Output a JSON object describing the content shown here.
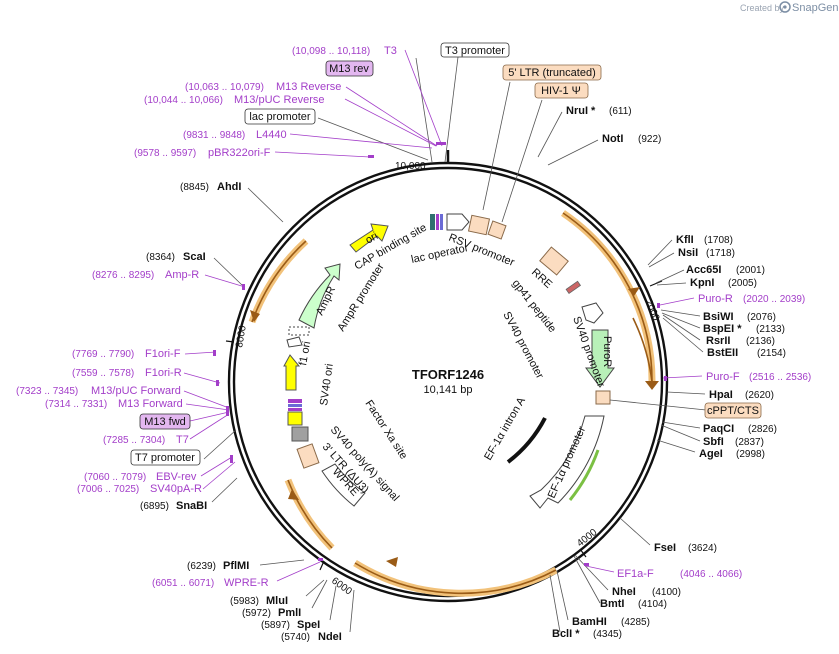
{
  "branding": {
    "created_by": "Created by",
    "product": "SnapGene"
  },
  "plasmid": {
    "name": "TFORF1246",
    "length_label": "10,141 bp"
  },
  "ticks": [
    "10,000",
    "2000",
    "4000",
    "6000",
    "8000"
  ],
  "enzymes": {
    "nrui": {
      "name": "NruI *",
      "pos": "(611)"
    },
    "noti": {
      "name": "NotI",
      "pos": "(922)"
    },
    "kfli": {
      "name": "KflI",
      "pos": "(1708)"
    },
    "nsii": {
      "name": "NsiI",
      "pos": "(1718)"
    },
    "acc65i": {
      "name": "Acc65I",
      "pos": "(2001)"
    },
    "kpni": {
      "name": "KpnI",
      "pos": "(2005)"
    },
    "bsiwi": {
      "name": "BsiWI",
      "pos": "(2076)"
    },
    "bspei": {
      "name": "BspEI *",
      "pos": "(2133)"
    },
    "rsrii": {
      "name": "RsrII",
      "pos": "(2136)"
    },
    "bsteii": {
      "name": "BstEII",
      "pos": "(2154)"
    },
    "hpai": {
      "name": "HpaI",
      "pos": "(2620)"
    },
    "paqci": {
      "name": "PaqCI",
      "pos": "(2826)"
    },
    "sbfi": {
      "name": "SbfI",
      "pos": "(2837)"
    },
    "agei": {
      "name": "AgeI",
      "pos": "(2998)"
    },
    "fsei": {
      "name": "FseI",
      "pos": "(3624)"
    },
    "nhei": {
      "name": "NheI",
      "pos": "(4100)"
    },
    "bmti": {
      "name": "BmtI",
      "pos": "(4104)"
    },
    "bamhi": {
      "name": "BamHI",
      "pos": "(4285)"
    },
    "bcli": {
      "name": "BclI *",
      "pos": "(4345)"
    },
    "ndei": {
      "name": "NdeI",
      "pos": "(5740)"
    },
    "spei": {
      "name": "SpeI",
      "pos": "(5897)"
    },
    "pmli": {
      "name": "PmlI",
      "pos": "(5972)"
    },
    "mlui": {
      "name": "MluI",
      "pos": "(5983)"
    },
    "pflmi": {
      "name": "PflMI",
      "pos": "(6239)"
    },
    "snabi": {
      "name": "SnaBI",
      "pos": "(6895)"
    },
    "scai": {
      "name": "ScaI",
      "pos": "(8364)"
    },
    "ahdi": {
      "name": "AhdI",
      "pos": "(8845)"
    }
  },
  "primers": {
    "t3": {
      "name": "T3",
      "pos": "(10,098 .. 10,118)"
    },
    "m13rev": {
      "name": "M13 rev"
    },
    "m13reverse": {
      "name": "M13 Reverse",
      "pos": "(10,063 .. 10,079)"
    },
    "m13pucrev": {
      "name": "M13/pUC Reverse",
      "pos": "(10,044 .. 10,066)"
    },
    "l4440": {
      "name": "L4440",
      "pos": "(9831 .. 9848)"
    },
    "pbr322": {
      "name": "pBR322ori-F",
      "pos": "(9578 .. 9597)"
    },
    "ampr": {
      "name": "Amp-R",
      "pos": "(8276 .. 8295)"
    },
    "f1orif": {
      "name": "F1ori-F",
      "pos": "(7769 .. 7790)"
    },
    "f1orir": {
      "name": "F1ori-R",
      "pos": "(7559 .. 7578)"
    },
    "m13pucfwd": {
      "name": "M13/pUC Forward",
      "pos": "(7323 .. 7345)"
    },
    "m13forward": {
      "name": "M13 Forward",
      "pos": "(7314 .. 7331)"
    },
    "m13fwd": {
      "name": "M13 fwd"
    },
    "t7": {
      "name": "T7",
      "pos": "(7285 .. 7304)"
    },
    "ebvrev": {
      "name": "EBV-rev",
      "pos": "(7060 .. 7079)"
    },
    "sv40pa": {
      "name": "SV40pA-R",
      "pos": "(7006 .. 7025)"
    },
    "wprer": {
      "name": "WPRE-R",
      "pos": "(6051 .. 6071)"
    },
    "purof1": {
      "name": "Puro-R",
      "pos": "(2020 .. 2039)"
    },
    "purof2": {
      "name": "Puro-F",
      "pos": "(2516 .. 2536)"
    },
    "ef1af": {
      "name": "EF1a-F",
      "pos": "(4046 .. 4066)"
    }
  },
  "boxed_features": {
    "t3promoter": "T3 promoter",
    "ltr5": "5' LTR (truncated)",
    "hivpsi": "HIV-1 Ψ",
    "lacpromoter": "lac promoter",
    "cppt": "cPPT/CTS",
    "t7promoter": "T7 promoter"
  },
  "inner_features": {
    "cap": "CAP binding site",
    "lacop": "lac operator",
    "rsv": "RSV promoter",
    "rre": "RRE",
    "gp41": "gp41 peptide",
    "sv40prom1": "SV40 promoter",
    "sv40prom2": "SV40 promoter",
    "puror": "PuroR",
    "ef1aprom": "EF-1α promoter",
    "ef1aintron": "EF-1α intron A",
    "ori": "ori",
    "ampr": "AmpR",
    "amprprom": "AmpR promoter",
    "f1ori": "f1 ori",
    "sv40ori": "SV40 ori",
    "factorxa": "Factor Xa site",
    "sv40polya": "SV40 poly(A) signal",
    "ltr3": "3' LTR (ΔU3)",
    "wpre": "WPRE"
  },
  "colors": {
    "backbone": "#111111",
    "orf_fill": "#ffffff",
    "orf_glow": "#f2c27a",
    "orf_arrow": "#9a5b16",
    "primer": "#a33ec9",
    "primer_box": "#e3b7f0",
    "feature_box": "#fbdcc0",
    "ori_yellow": "#ffff00",
    "ampr_green": "#ccffcc",
    "puror_green": "#b8f0b8",
    "ef1a_green": "#7bc043",
    "rsv_fill": "#ffffff",
    "brand": "#7d8fa5"
  }
}
